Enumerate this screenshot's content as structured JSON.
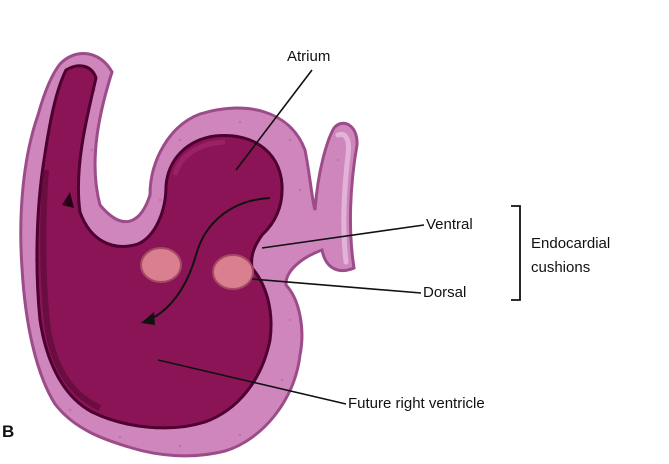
{
  "labels": {
    "atrium": "Atrium",
    "ventral": "Ventral",
    "dorsal": "Dorsal",
    "endocardial_line1": "Endocardial",
    "endocardial_line2": "cushions",
    "future_right_ventricle": "Future right ventricle",
    "panel_letter": "B"
  },
  "colors": {
    "outer_tissue": "#cf86bd",
    "outer_edge": "#9c4c88",
    "lumen": "#8b1456",
    "lumen_dark": "#4e0030",
    "cushion": "#d97f8f",
    "leader_line": "#111111"
  }
}
